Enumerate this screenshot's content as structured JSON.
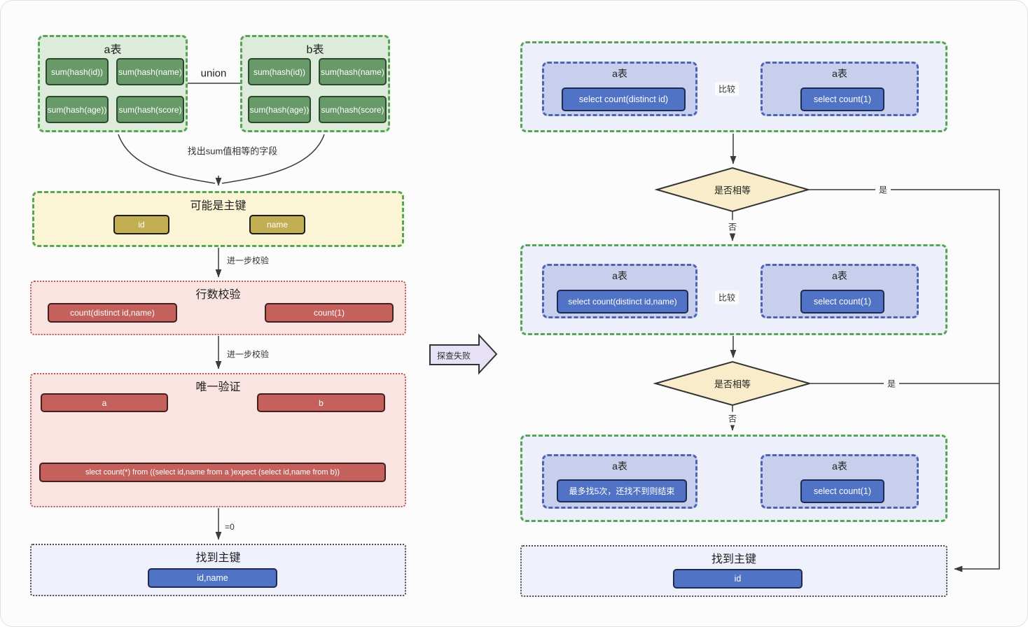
{
  "left": {
    "table_a": {
      "title": "a表",
      "buttons": [
        "sum(hash(id))",
        "sum(hash(name)",
        "sum(hash(age))",
        "sum(hash(score)"
      ]
    },
    "table_b": {
      "title": "b表",
      "buttons": [
        "sum(hash(id))",
        "sum(hash(name)",
        "sum(hash(age))",
        "sum(hash(score)"
      ]
    },
    "union_label": "union",
    "converge_label": "找出sum值相等的字段",
    "maybe_pk": {
      "title": "可能是主键",
      "buttons": [
        "id",
        "name"
      ]
    },
    "step_label_1": "进一步校验",
    "row_check": {
      "title": "行数校验",
      "buttons": [
        "count(distinct id,name)",
        "count(1)"
      ]
    },
    "step_label_2": "进一步校验",
    "unique_check": {
      "title": "唯一验证",
      "buttons": [
        "a",
        "b"
      ],
      "result_button": "slect count(*) from ((select id,name from a )expect (select id,name from b))"
    },
    "zero_label": "=0",
    "found_pk": {
      "title": "找到主键",
      "button": "id,name"
    }
  },
  "middle": {
    "fail_arrow_label": "探查失败"
  },
  "right": {
    "stage1": {
      "left_card": {
        "title": "a表",
        "button": "select count(distinct id)"
      },
      "compare_label": "比较",
      "right_card": {
        "title": "a表",
        "button": "select count(1)"
      }
    },
    "decision1": {
      "label": "是否相等",
      "yes_label": "是",
      "no_label": "否"
    },
    "stage2": {
      "left_card": {
        "title": "a表",
        "button": "select count(distinct id,name)"
      },
      "compare_label": "比较",
      "right_card": {
        "title": "a表",
        "button": "select count(1)"
      }
    },
    "decision2": {
      "label": "是否相等",
      "yes_label": "是",
      "no_label": "否"
    },
    "stage3": {
      "left_card": {
        "title": "a表",
        "button": "最多找5次，还找不到则结束"
      },
      "right_card": {
        "title": "a表",
        "button": "select count(1)"
      }
    },
    "found_pk": {
      "title": "找到主键",
      "button": "id"
    }
  },
  "colors": {
    "green_border": "#55a555",
    "green_fill": "#ddecda",
    "green_button": "#679a68",
    "yellow_fill": "#fbf4d5",
    "yellow_button": "#c2ae53",
    "pink_fill": "#f9e4e2",
    "red_border": "#bb5a56",
    "red_button": "#c4615d",
    "lavender_fill": "#edf0fa",
    "inner_card_fill": "#c8cfec",
    "blue_border": "#4d63b5",
    "blue_button": "#5173c5",
    "diamond_fill": "#f8ecca",
    "fail_arrow_fill": "#e7e1f7",
    "line_color": "#3b3b3b"
  }
}
